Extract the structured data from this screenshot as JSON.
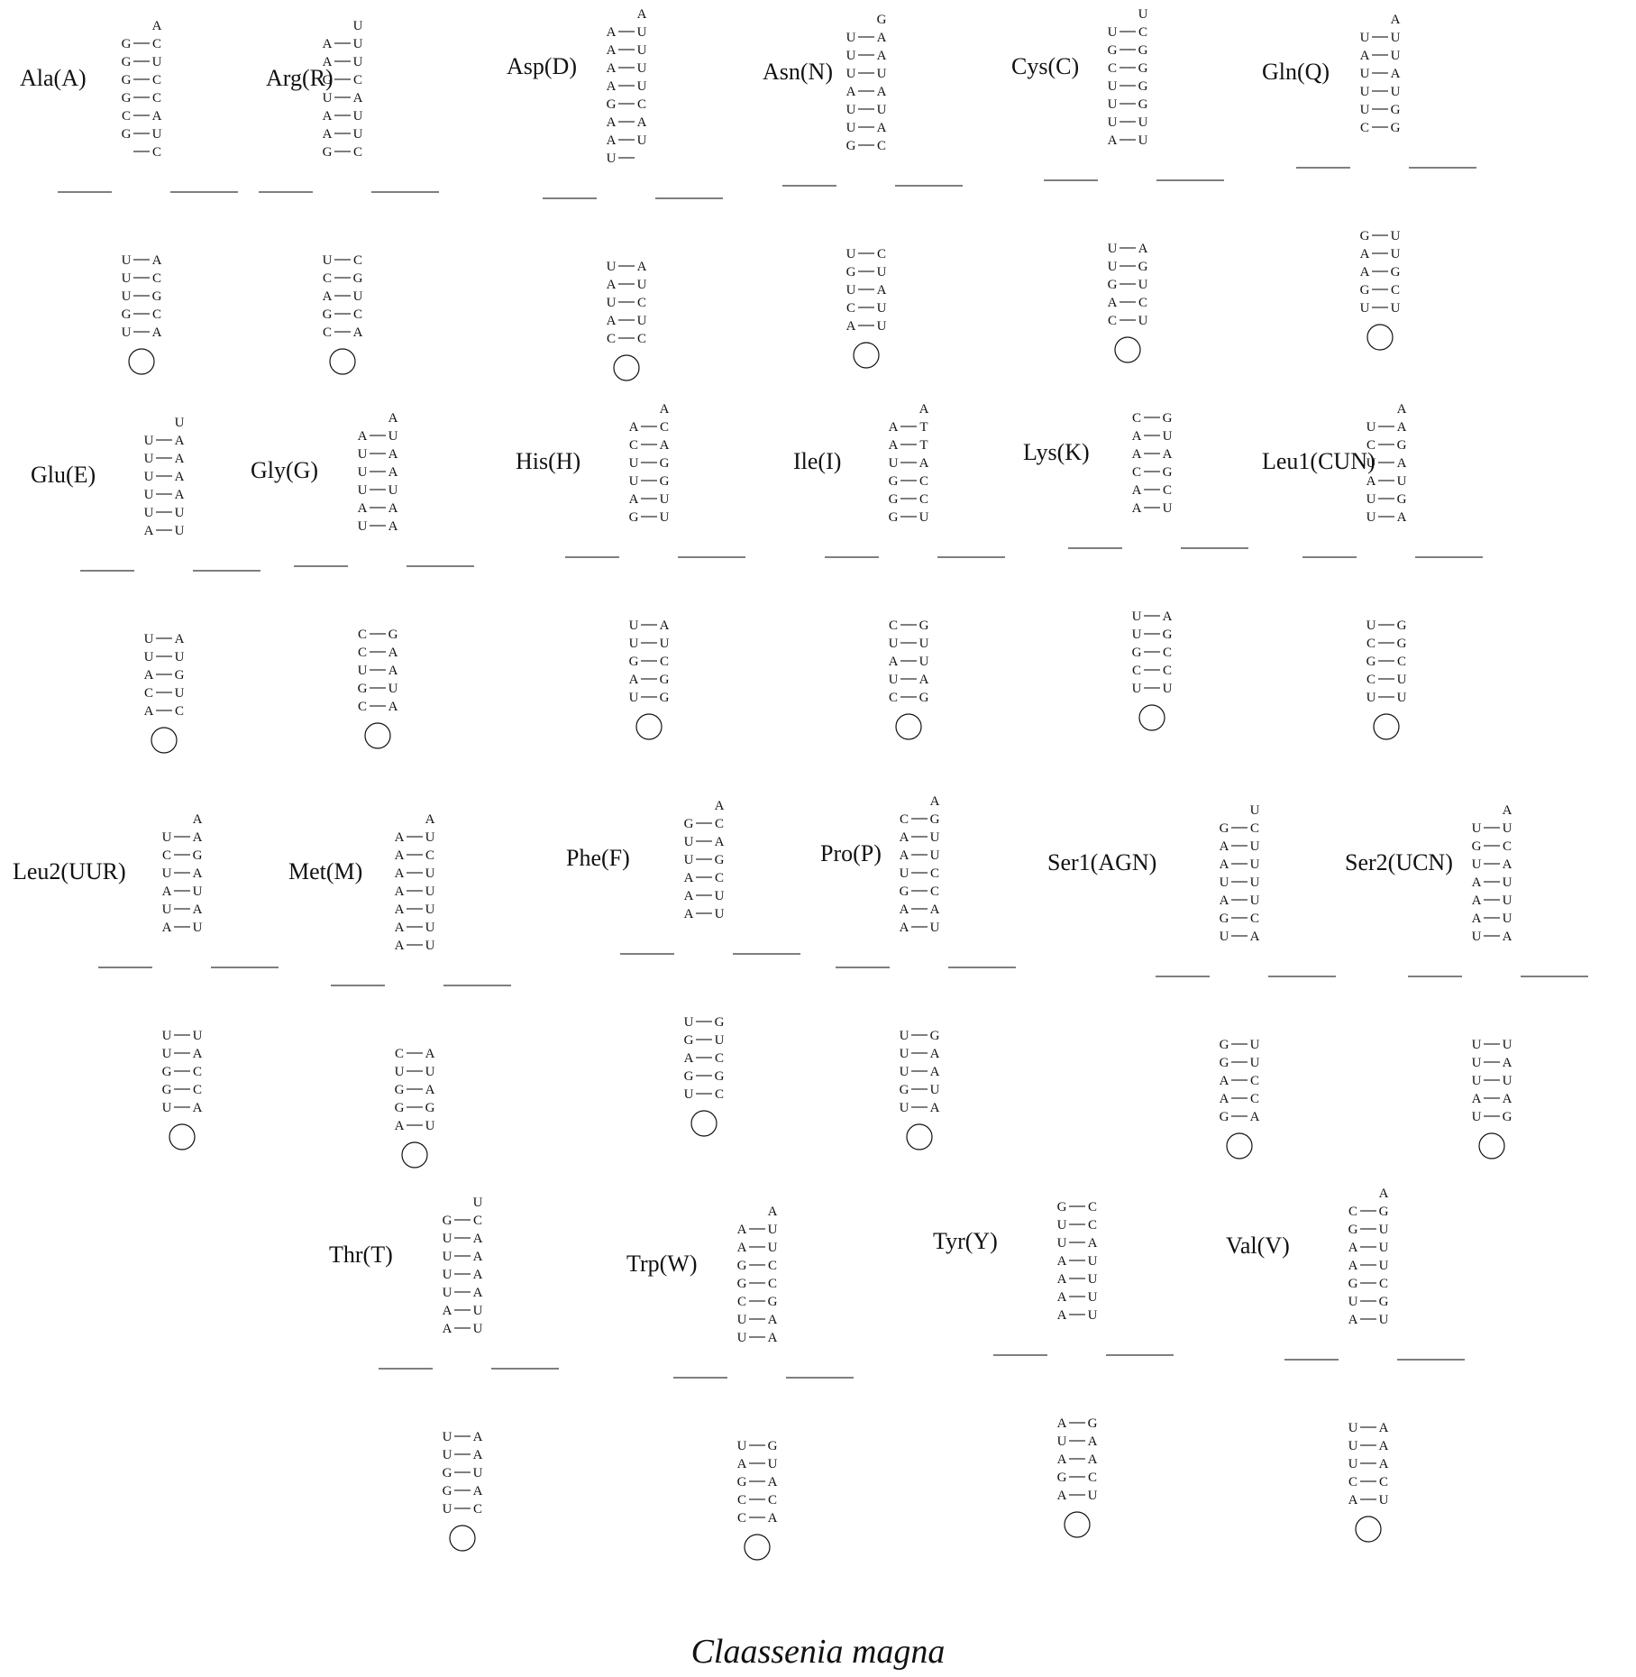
{
  "figure": {
    "caption": "Claassenia magna",
    "trnas": [
      {
        "label": "Ala(A)",
        "acc5": "GGGGCG",
        "acc3": "CUCCAUC",
        "discr": "A",
        "anti5": "UUUGU",
        "anti3": "ACGCA"
      },
      {
        "label": "Arg(R)",
        "acc5": "AAGUAAG",
        "acc3": "UUCAUUC",
        "discr": "U",
        "anti5": "UCAGC",
        "anti3": "CGUCA"
      },
      {
        "label": "Asp(D)",
        "acc5": "AAAAGAAU",
        "acc3": "UUUUCAU",
        "discr": "A",
        "anti5": "UAUAC",
        "anti3": "AUCUC"
      },
      {
        "label": "Asn(N)",
        "acc5": "UUUAUUG",
        "acc3": "AAUAUAC",
        "discr": "G",
        "anti5": "UGUCA",
        "anti3": "CUAUU"
      },
      {
        "label": "Cys(C)",
        "acc5": "UGCUUUA",
        "acc3": "CGGGGUU",
        "discr": "U",
        "anti5": "UUGAC",
        "anti3": "AGUCU"
      },
      {
        "label": "Gln(Q)",
        "acc5": "UAUUUC",
        "acc3": "UUAUGG",
        "discr": "A",
        "anti5": "GAAGU",
        "anti3": "UUGCU"
      },
      {
        "label": "Glu(E)",
        "acc5": "UUUUUA",
        "acc3": "AAAAUU",
        "discr": "U",
        "anti5": "UUACA",
        "anti3": "AUGUC"
      },
      {
        "label": "Gly(G)",
        "acc5": "AUUUAU",
        "acc3": "UAAUAA",
        "discr": "A",
        "anti5": "CCUGC",
        "anti3": "GAAUA"
      },
      {
        "label": "His(H)",
        "acc5": "ACUUAG",
        "acc3": "CAGGUU",
        "discr": "A",
        "anti5": "UUGAU",
        "anti3": "AUCGG"
      },
      {
        "label": "Ile(I)",
        "acc5": "AAUGGG",
        "acc3": "TTACCU",
        "discr": "A",
        "anti5": "CUAUC",
        "anti3": "GUUAG"
      },
      {
        "label": "Lys(K)",
        "acc5": "CAACAA",
        "acc3": "GUAGCU",
        "discr": "",
        "anti5": "UUGCU",
        "anti3": "AGCCU"
      },
      {
        "label": "Leu1(CUN)",
        "acc5": "UCUAUU",
        "acc3": "AGAUGA",
        "discr": "A",
        "anti5": "UCGCU",
        "anti3": "GGCUU"
      },
      {
        "label": "Leu2(UUR)",
        "acc5": "UCUAUA",
        "acc3": "AGAUAU",
        "discr": "A",
        "anti5": "UUGGU",
        "anti3": "UACCA"
      },
      {
        "label": "Met(M)",
        "acc5": "AAAAAAA",
        "acc3": "UCUUUUU",
        "discr": "A",
        "anti5": "CUGGA",
        "anti3": "AUAGU"
      },
      {
        "label": "Phe(F)",
        "acc5": "GUUAAA",
        "acc3": "CAGCUU",
        "discr": "A",
        "anti5": "UGAGU",
        "anti3": "GUCGC"
      },
      {
        "label": "Pro(P)",
        "acc5": "CAAUGAA",
        "acc3": "GUUCCAU",
        "discr": "A",
        "anti5": "UUUGU",
        "anti3": "GAAUA"
      },
      {
        "label": "Ser1(AGN)",
        "acc5": "GAAUAGU",
        "acc3": "CUUUUCA",
        "discr": "U",
        "anti5": "GGAAG",
        "anti3": "UUCCA"
      },
      {
        "label": "Ser2(UCN)",
        "acc5": "UGUAAAU",
        "acc3": "UCAUUUA",
        "discr": "A",
        "anti5": "UUUAU",
        "anti3": "UAUAG"
      },
      {
        "label": "Thr(T)",
        "acc5": "GUUUUAA",
        "acc3": "CAAAAUU",
        "discr": "U",
        "anti5": "UUGGU",
        "anti3": "AAUAC"
      },
      {
        "label": "Trp(W)",
        "acc5": "AAGGCUU",
        "acc3": "UUCCGAA",
        "discr": "A",
        "anti5": "UAGCC",
        "anti3": "GUACA"
      },
      {
        "label": "Tyr(Y)",
        "acc5": "GUUAAAA",
        "acc3": "CCAUUUU",
        "discr": "",
        "anti5": "AUAGA",
        "anti3": "GAACU"
      },
      {
        "label": "Val(V)",
        "acc5": "CGAAGUA",
        "acc3": "GUUUCGU",
        "discr": "A",
        "anti5": "UUUCA",
        "anti3": "AAACU"
      }
    ]
  }
}
